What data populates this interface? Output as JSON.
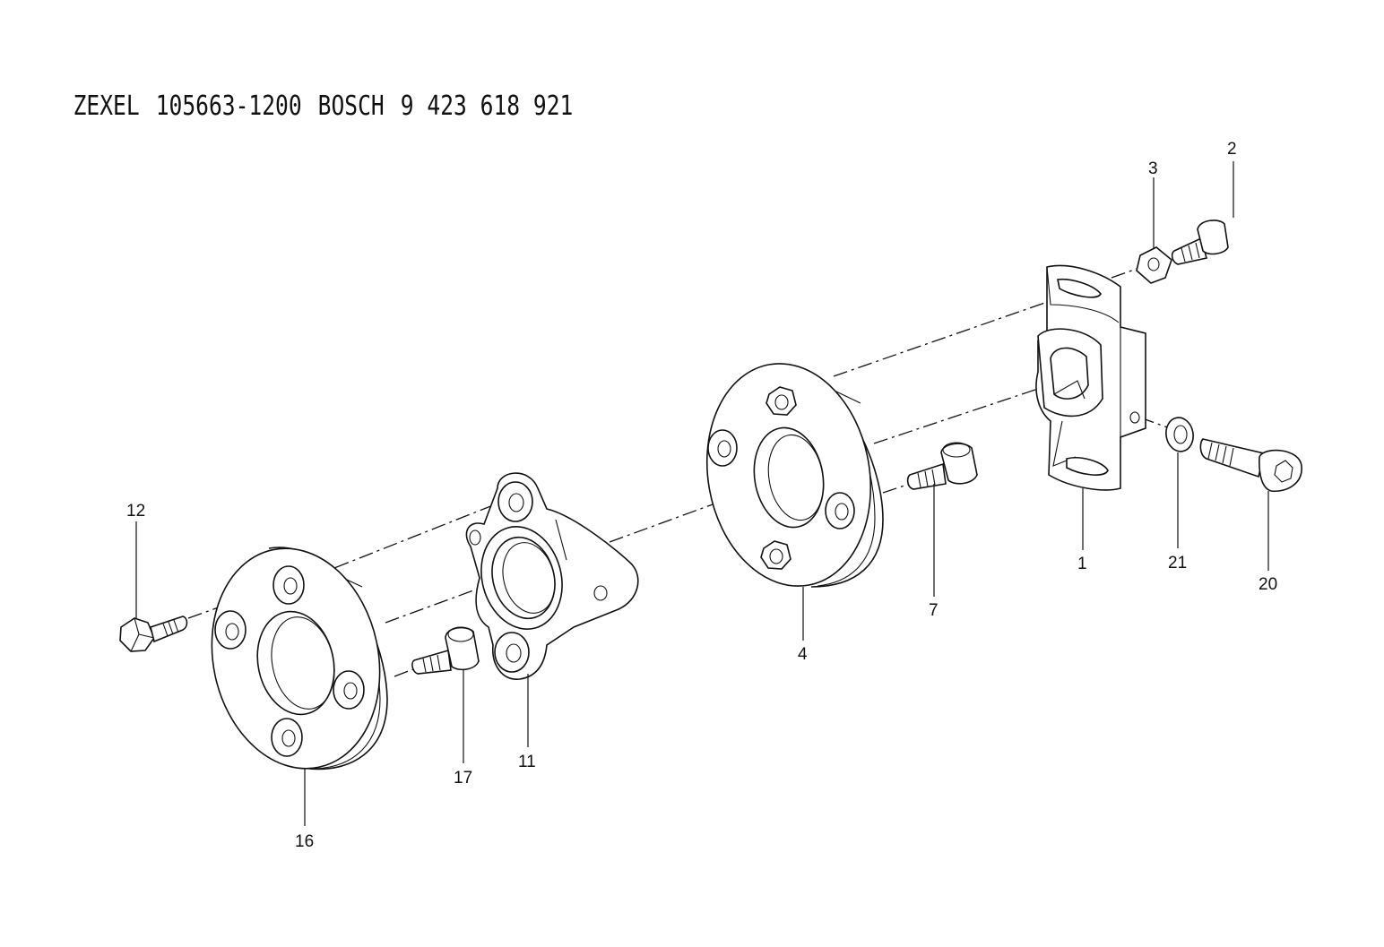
{
  "header": {
    "brand1": "ZEXEL",
    "part1": "105663-1200",
    "brand2": "BOSCH",
    "part2": "9 423 618 921"
  },
  "callouts": [
    "1",
    "2",
    "3",
    "4",
    "7",
    "11",
    "12",
    "16",
    "17",
    "20",
    "21"
  ]
}
